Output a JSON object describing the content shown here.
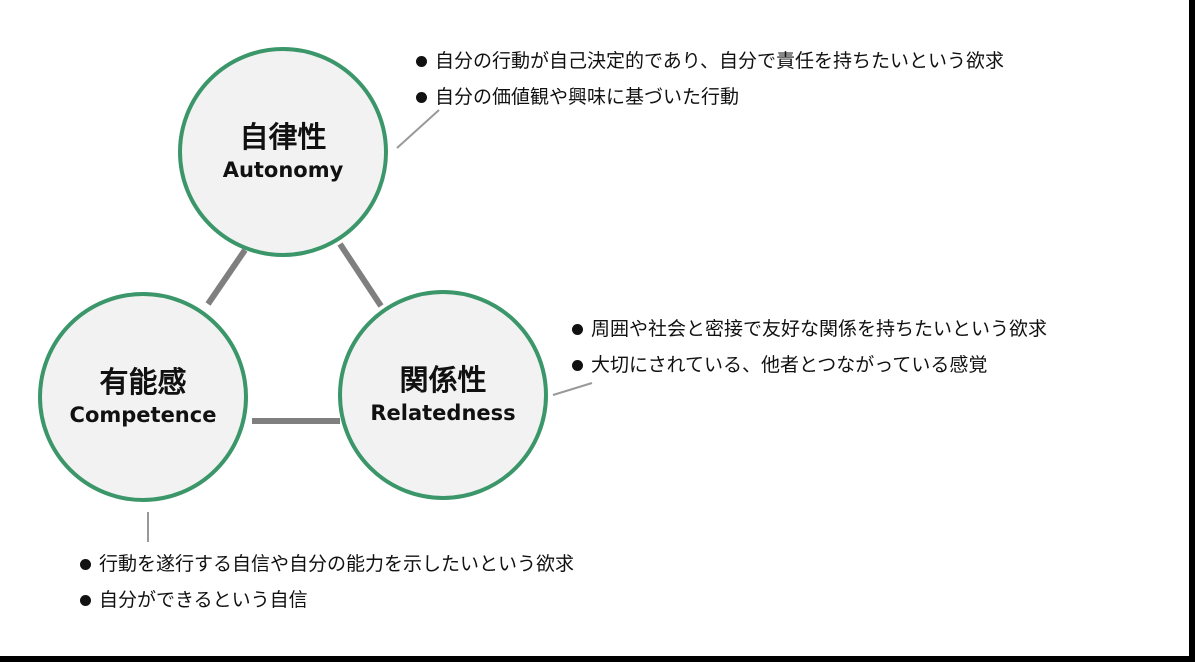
{
  "diagram": {
    "nodes": [
      {
        "id": "autonomy",
        "jp": "自律性",
        "en": "Autonomy"
      },
      {
        "id": "competence",
        "jp": "有能感",
        "en": "Competence"
      },
      {
        "id": "relatedness",
        "jp": "関係性",
        "en": "Relatedness"
      }
    ],
    "edges": [
      [
        "autonomy",
        "competence"
      ],
      [
        "autonomy",
        "relatedness"
      ],
      [
        "competence",
        "relatedness"
      ]
    ],
    "notes": {
      "autonomy": [
        "自分の行動が自己決定的であり、自分で責任を持ちたいという欲求",
        "自分の価値観や興味に基づいた行動"
      ],
      "relatedness": [
        "周囲や社会と密接で友好な関係を持ちたいという欲求",
        "大切にされている、他者とつながっている感覚"
      ],
      "competence": [
        "行動を遂行する自信や自分の能力を示したいという欲求",
        "自分ができるという自信"
      ]
    },
    "colors": {
      "circle_border": "#3b9669",
      "circle_fill": "#f2f2f2",
      "edge": "#7f7f7f",
      "leader": "#999999",
      "frame": "#000000"
    }
  }
}
